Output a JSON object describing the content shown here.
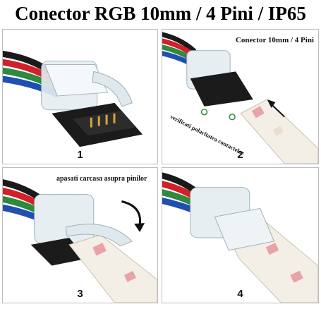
{
  "title": "Conector RGB 10mm / 4 Pini / IP65",
  "panels": [
    {
      "number": "1"
    },
    {
      "number": "2",
      "label": "Conector 10mm / 4 Pini",
      "note": "verificati polaritatea contactelor"
    },
    {
      "number": "3",
      "label": "apasati carcasa asupra pinilor"
    },
    {
      "number": "4"
    }
  ],
  "colors": {
    "wire_black": "#1a1a1a",
    "wire_red": "#d21f2a",
    "wire_green": "#2d8a3e",
    "wire_blue": "#1f4fb0",
    "strip": "#f3efe6",
    "led_pink": "#e8a3a8",
    "connector_dark": "#1b1b1b"
  }
}
